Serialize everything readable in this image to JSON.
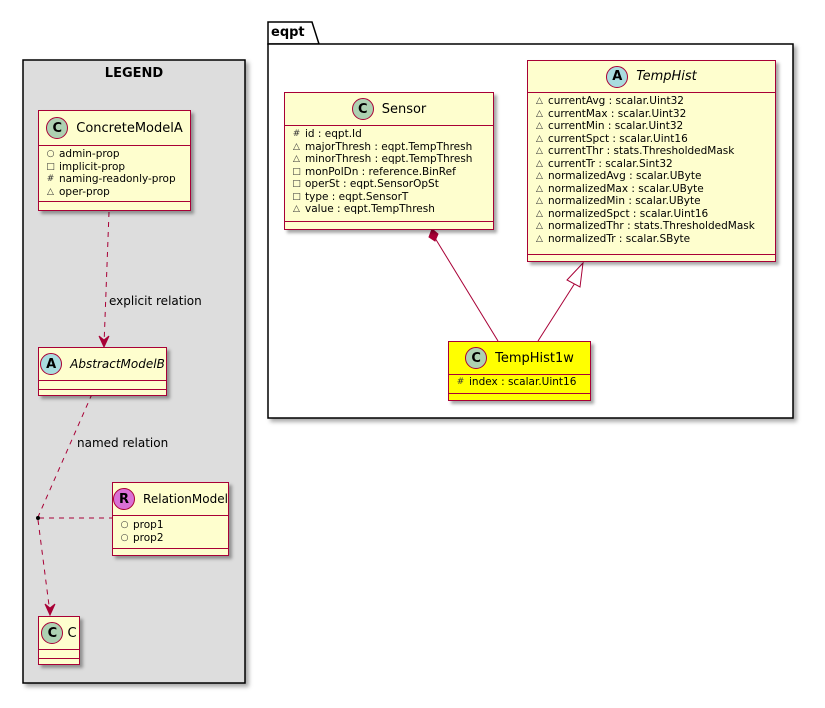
{
  "legend": {
    "title": "LEGEND",
    "concrete": {
      "stereotype": "C",
      "name": "ConcreteModelA",
      "attributes": [
        {
          "vis": "○",
          "text": "admin-prop"
        },
        {
          "vis": "□",
          "text": "implicit-prop"
        },
        {
          "vis": "#",
          "text": "naming-readonly-prop"
        },
        {
          "vis": "△",
          "text": "oper-prop"
        }
      ]
    },
    "abstract": {
      "stereotype": "A",
      "name": "AbstractModelB"
    },
    "relation_model": {
      "stereotype": "R",
      "name": "RelationModel",
      "attributes": [
        {
          "vis": "○",
          "text": "prop1"
        },
        {
          "vis": "○",
          "text": "prop2"
        }
      ]
    },
    "c": {
      "stereotype": "C",
      "name": "C"
    },
    "explicit_label": "explicit relation",
    "named_label": "named relation"
  },
  "package": {
    "name": "eqpt",
    "sensor": {
      "stereotype": "C",
      "name": "Sensor",
      "attributes": [
        {
          "vis": "#",
          "text": "id : eqpt.Id"
        },
        {
          "vis": "△",
          "text": "majorThresh : eqpt.TempThresh"
        },
        {
          "vis": "△",
          "text": "minorThresh : eqpt.TempThresh"
        },
        {
          "vis": "□",
          "text": "monPolDn : reference.BinRef"
        },
        {
          "vis": "□",
          "text": "operSt : eqpt.SensorOpSt"
        },
        {
          "vis": "□",
          "text": "type : eqpt.SensorT"
        },
        {
          "vis": "△",
          "text": "value : eqpt.TempThresh"
        }
      ]
    },
    "temphist": {
      "stereotype": "A",
      "name": "TempHist",
      "attributes": [
        {
          "vis": "△",
          "text": "currentAvg : scalar.Uint32"
        },
        {
          "vis": "△",
          "text": "currentMax : scalar.Uint32"
        },
        {
          "vis": "△",
          "text": "currentMin : scalar.Uint32"
        },
        {
          "vis": "△",
          "text": "currentSpct : scalar.Uint16"
        },
        {
          "vis": "△",
          "text": "currentThr : stats.ThresholdedMask"
        },
        {
          "vis": "△",
          "text": "currentTr : scalar.Sint32"
        },
        {
          "vis": "△",
          "text": "normalizedAvg : scalar.UByte"
        },
        {
          "vis": "△",
          "text": "normalizedMax : scalar.UByte"
        },
        {
          "vis": "△",
          "text": "normalizedMin : scalar.UByte"
        },
        {
          "vis": "△",
          "text": "normalizedSpct : scalar.Uint16"
        },
        {
          "vis": "△",
          "text": "normalizedThr : stats.ThresholdedMask"
        },
        {
          "vis": "△",
          "text": "normalizedTr : scalar.SByte"
        }
      ]
    },
    "temphist1w": {
      "stereotype": "C",
      "name": "TempHist1w",
      "attributes": [
        {
          "vis": "#",
          "text": "index : scalar.Uint16"
        }
      ]
    }
  },
  "colors": {
    "border": "#A80036",
    "class_fill": "#FEFECE",
    "highlight_fill": "#FFFF00",
    "legend_fill": "#DDDDDD",
    "circle_c": "#ADD1B2",
    "circle_a": "#A9DCDF",
    "circle_r": "#DA70D6"
  }
}
